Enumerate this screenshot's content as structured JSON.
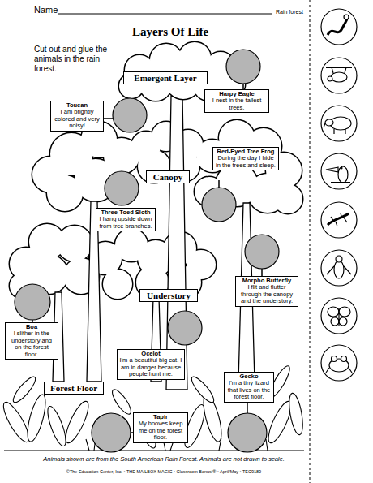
{
  "diagram": {
    "title": "Layers Of Life",
    "caption": "Animals shown are from the South American Rain Forest. Animals are not drawn to scale.",
    "nodes": [
      {
        "text": [
          "Emergent Layer"
        ]
      },
      {
        "text": [
          "Harpy Eagle",
          "I nest in the tallest trees."
        ]
      },
      {
        "text": [
          "Toucan",
          "I am brightly colored and very noisy!"
        ]
      },
      {
        "text": [
          "Red-Eyed Tree Frog",
          "During the day I hide in the trees and sleep."
        ]
      },
      {
        "text": [
          "Canopy"
        ]
      },
      {
        "text": [
          "Three-Toed Sloth",
          "I hang upside down from tree branches."
        ]
      },
      {
        "text": [
          "Morpho Butterfly",
          "I flit and flutter through the canopy and the understory."
        ]
      },
      {
        "text": [
          "Understory"
        ]
      },
      {
        "text": [
          "Boa",
          "I slither in the understory and on the forest floor."
        ]
      },
      {
        "text": [
          "Ocelot",
          "I'm a beautiful big cat. I am in danger because people hunt me."
        ]
      },
      {
        "text": [
          "Gecko",
          "I'm a tiny lizard that lives on the forest floor."
        ]
      },
      {
        "text": [
          "Forest Floor"
        ]
      },
      {
        "text": [
          "Tapir",
          "My hooves keep me on the forest floor."
        ]
      }
    ],
    "labels": [
      "Name",
      "Rain forest",
      "Cut out and glue the animals in the rain forest.",
      "©The Education Center, Inc. • THE MAILBOX MAGIC • Classroom Bonus!® • April/May • TEC9189"
    ]
  }
}
